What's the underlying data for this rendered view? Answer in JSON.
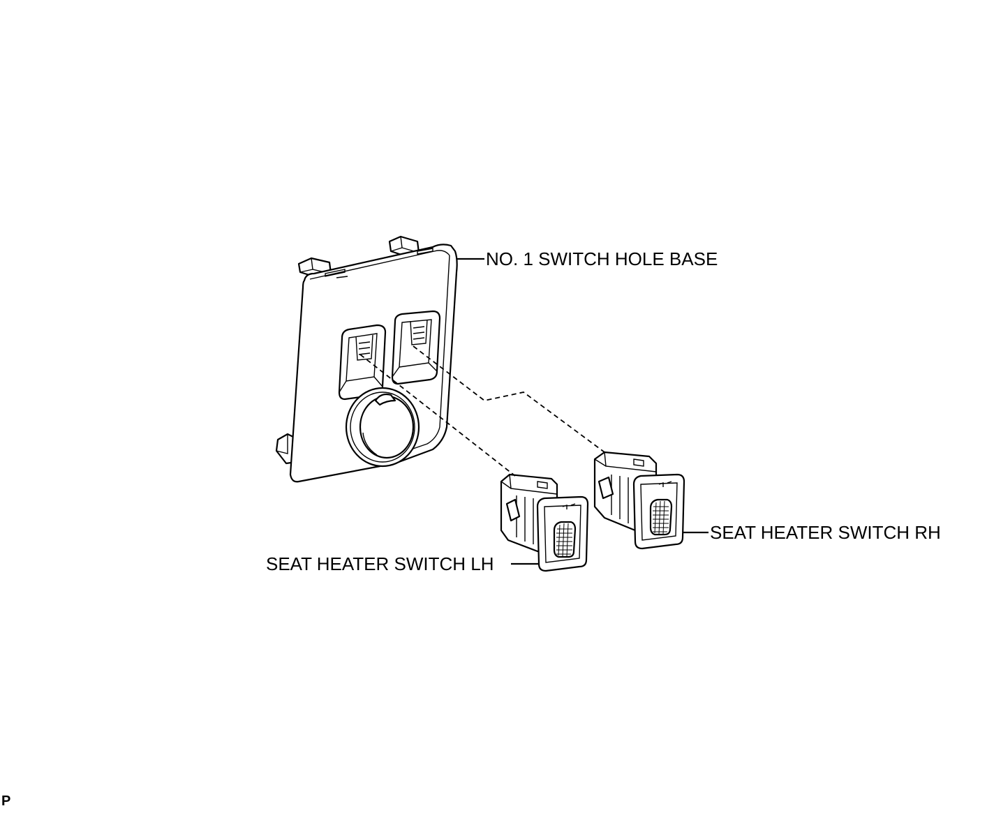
{
  "diagram": {
    "labels": {
      "switch_hole_base": "NO. 1 SWITCH HOLE BASE",
      "seat_heater_switch_rh": "SEAT HEATER SWITCH RH",
      "seat_heater_switch_lh": "SEAT HEATER SWITCH LH"
    },
    "corner_code": "P"
  },
  "colors": {
    "line": "#000000",
    "background": "#ffffff"
  }
}
